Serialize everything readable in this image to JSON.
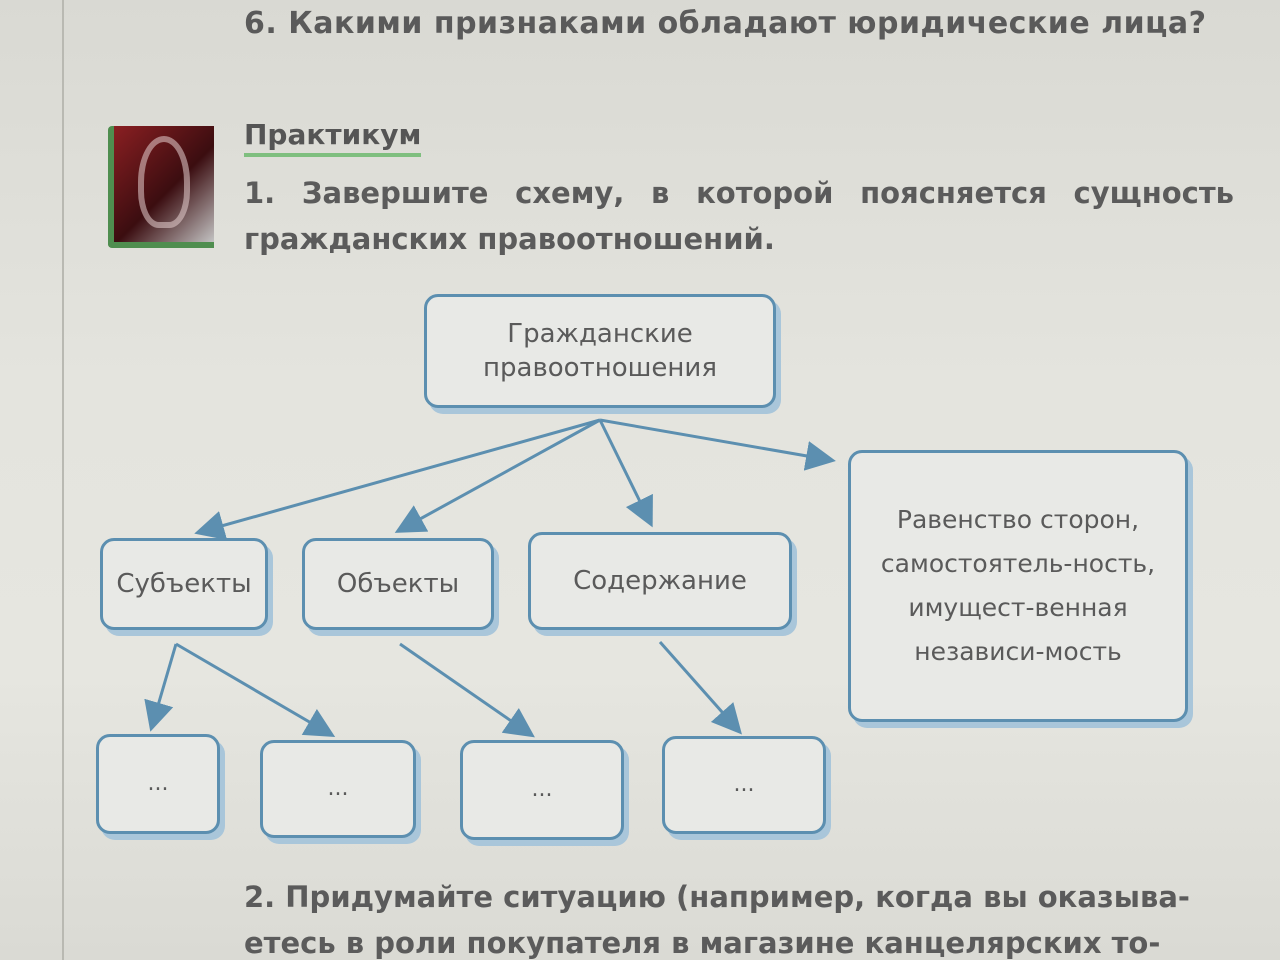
{
  "page": {
    "top_question": "6. Какими признаками обладают юридические лица?",
    "section_title": "Практикум",
    "task1": "1. Завершите схему, в которой поясняется сущность гражданских правоотношений.",
    "task2_line1": "2. Придумайте ситуацию (например, когда вы оказыва-",
    "task2_line2": "етесь в роли покупателя в магазине канцелярских то-"
  },
  "diagram": {
    "root": "Гражданские правоотношения",
    "subjects": "Субъекты",
    "objects": "Объекты",
    "content": "Содержание",
    "features": "Равенство сторон, самостоятель-ность, имущест-венная независи-мость",
    "blank_1": "...",
    "blank_2": "...",
    "blank_3": "...",
    "blank_4": "..."
  },
  "colors": {
    "box_border": "#5c8fb0",
    "box_shadow": "#a9c6da",
    "title_underline": "#7fbf7f",
    "arrow": "#5c8fb0"
  }
}
